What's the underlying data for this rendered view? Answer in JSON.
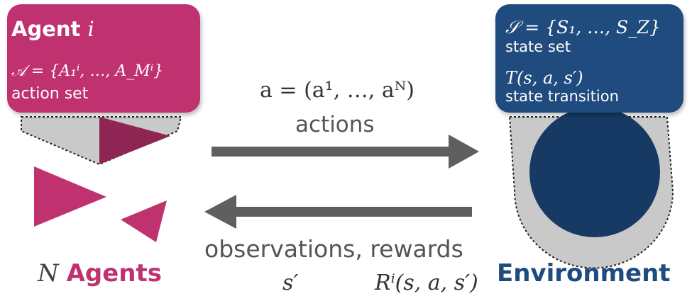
{
  "agent_box": {
    "title": "Agent",
    "title_index": "i",
    "action_set_math": "𝒜 = {A₁ⁱ, …, A_Mⁱ}",
    "action_set_label": "action set"
  },
  "environment_box": {
    "state_set_math": "𝒮 = {S₁, …, S_Z}",
    "state_set_label": "state set",
    "transition_math": "T(s, a, s′)",
    "transition_label": "state transition"
  },
  "arrows": {
    "joint_action_math": "a = (a¹, …, aᴺ)",
    "actions_label": "actions",
    "observations_label": "observations, rewards",
    "next_state_math": "s′",
    "reward_math": "Rⁱ(s, a, s′)"
  },
  "footer": {
    "n_agents_symbol": "N",
    "n_agents_label": "Agents",
    "environment_label": "Environment"
  },
  "colors": {
    "agent": "#c0326f",
    "environment": "#1f4b7e",
    "arrow": "#5f5f5f"
  }
}
